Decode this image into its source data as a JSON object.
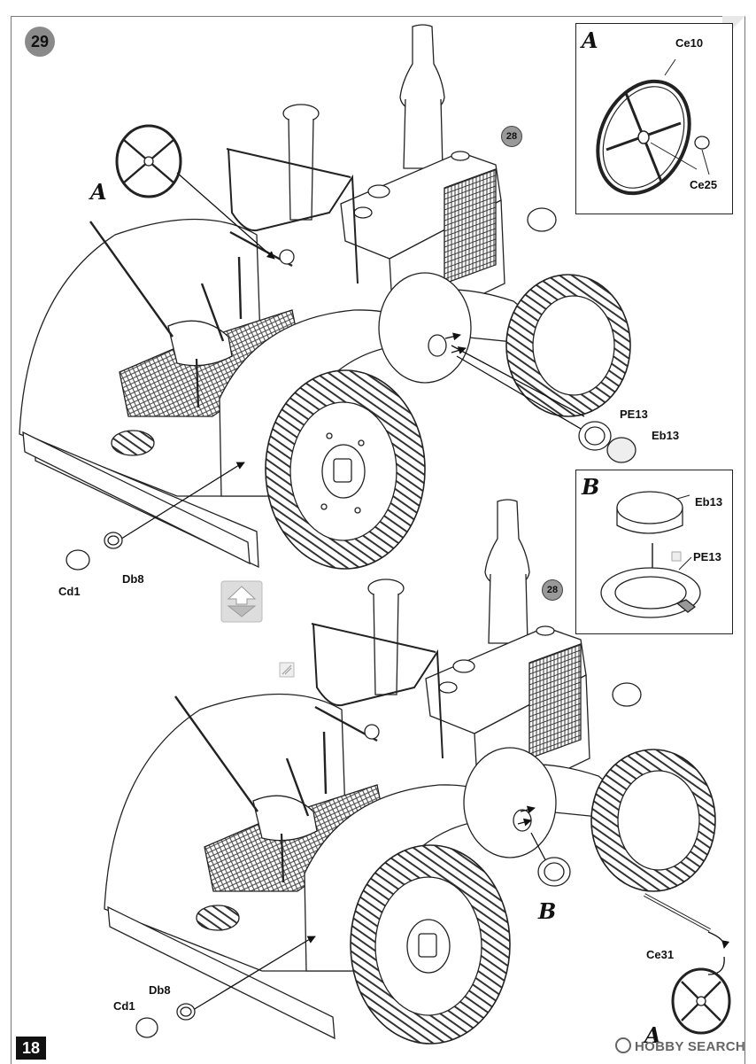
{
  "page": {
    "step_number": "29",
    "page_number": "18",
    "watermark": "HOBBY SEARCH",
    "watermark_icon": "hobby-search-logo-icon"
  },
  "inset_a": {
    "letter": "A",
    "parts": [
      "Ce10",
      "Ce25"
    ]
  },
  "inset_b": {
    "letter": "B",
    "parts": [
      "Eb13",
      "PE13"
    ]
  },
  "upper_assembly": {
    "ref_step": "28",
    "callout_letter": "A",
    "parts": [
      "PE13",
      "Eb13",
      "Cd1",
      "Db8"
    ]
  },
  "lower_assembly": {
    "ref_step": "28",
    "callout_letters": [
      "B",
      "A"
    ],
    "parts": [
      "Db8",
      "Cd1",
      "Ce31"
    ]
  },
  "icons": {
    "transition": "step-transition-arrow-icon",
    "paint": "paint-marker-icon",
    "glue": "glue-marker-icon"
  },
  "colors": {
    "line": "#222222",
    "badge_fill": "#8a8a8a",
    "page_number_fill": "#111111"
  }
}
